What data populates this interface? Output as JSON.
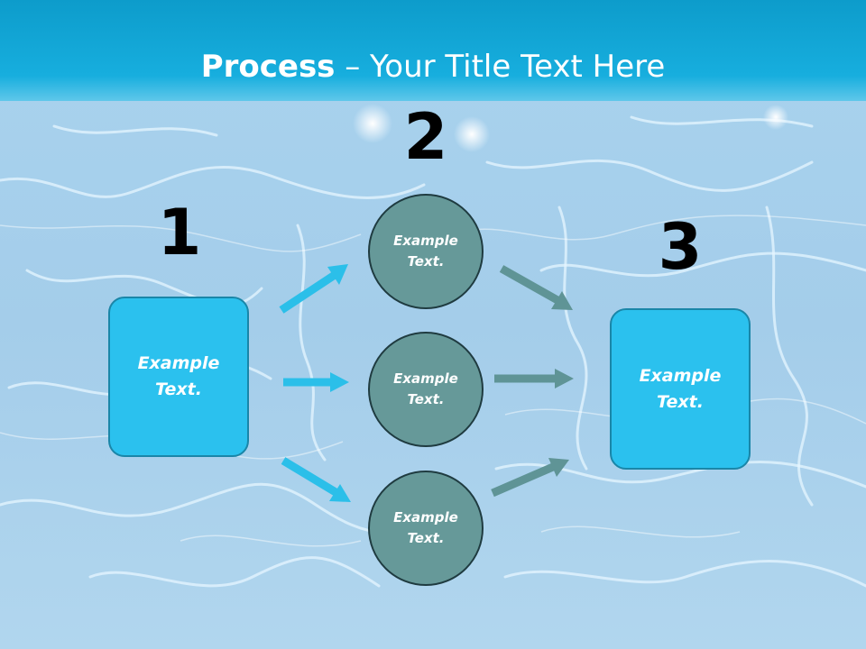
{
  "slide": {
    "title_bold": "Process",
    "title_rest": " – Your Title Text Here"
  },
  "steps": {
    "one": "1",
    "two": "2",
    "three": "3"
  },
  "left_box": {
    "line1": "Example",
    "line2": "Text."
  },
  "circles": [
    {
      "line1": "Example",
      "line2": "Text."
    },
    {
      "line1": "Example",
      "line2": "Text."
    },
    {
      "line1": "Example",
      "line2": "Text."
    }
  ],
  "right_box": {
    "line1": "Example",
    "line2": "Text."
  },
  "colors": {
    "header": "#17aede",
    "box_fill": "#2bc1ee",
    "circle_fill": "#669999",
    "arrow_blue": "#2bbfe9",
    "arrow_teal": "#5f9496"
  }
}
